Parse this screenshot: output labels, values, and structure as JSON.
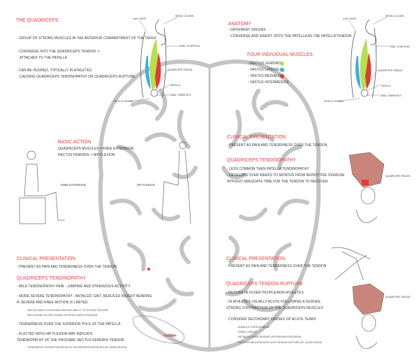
{
  "colors": {
    "heading": "#e8383d",
    "rectus_femoris": "#b5e04a",
    "vastus_lateralis": "#3bb0df",
    "vastus_medialis": "#e23a3a",
    "brain_outline": "#bdbdbd"
  },
  "quadriceps": {
    "title": "The Quadriceps",
    "bullets": [
      "- Group of strong muscles in the anterior compartment of the thigh",
      "- Converge into the quadriceps tendon ->",
      "attaches to the patella",
      "- Can be injured, typically in athletes",
      "causing quadriceps tendinopathy or quadriceps rupture"
    ]
  },
  "leg_labels": {
    "iliac_crest": "Iliac crest",
    "spinal_column": "Spinal column",
    "pubic_symphysis": "Pubic symphysis",
    "quadriceps_tendon": "Quadriceps tendon",
    "patella": "Patella",
    "tibial_tuberosity": "Tibial tuberosity",
    "patella_tendon": "Patella tendon"
  },
  "anatomy": {
    "title": "Anatomy",
    "bullets": [
      "- Different origins",
      "- Converge and insert onto the patella as the patella tendon"
    ]
  },
  "muscles": {
    "title": "Four individual muscles",
    "items": [
      "- Rectus femoris",
      "- Vastus lateralis",
      "- Vastus medialis",
      "- Vastus intermedius"
    ]
  },
  "basic_action": {
    "title": "Basic action",
    "lines": [
      "Quadriceps muscles = knee extension",
      "Rectus femoris + hip flexion"
    ],
    "knee_extension": "Knee extension",
    "hip_flexion": "Hip flexion"
  },
  "clinical_top": {
    "title": "Clinical presentation",
    "line": "- Present as pain and tenderness over the tendon",
    "sub_title": "Quadriceps tendinopathy",
    "bullets": [
      "- Less common then patella tendinopathy",
      "- Develops over weeks to months from repetitive overuse",
      "without adequate time for the tendon to recover"
    ],
    "tendon_label": "Quadriceps tendon"
  },
  "clinical_bl": {
    "title": "Clinical presentation",
    "line": "- Present as pain and tenderness over the tendon",
    "sub_title": "Quadriceps tendinopathy",
    "bullets": [
      "- Mild tendinopathy pain - jumping and strenuous activity",
      "- More severe tendinopathy - antalgic gait, reduced weight bearing",
      "if severe and knee motion is limited",
      "- Pain on knee flexion and reduced ability to extend the knee",
      "- Pain can be elicited during resisted knee extension",
      "- Tenderness over the superior pole of the patella",
      "- Elicited with hip flexion may indicate",
      "tendinopathy of the proximal rectus femoris tendon",
      "- Tenderness on deep palpation of the anterior inferior iliac spine region"
    ]
  },
  "clinical_br": {
    "title": "Clinical presentation",
    "line": "- Present as pain and tenderness over the tendon",
    "sub_title": "Quadriceps tendon rupture",
    "bullets": [
      "- Occurs in older people/non-athletes",
      "- In athletes usually acute following a sudden,",
      "strong contraction of the quadriceps muscles",
      "- Consider secondary causes of acute tears",
      "- Anabolic steroid abuse",
      "- Renal disease",
      "- Metabolic bone disease (hyperparathyroidism)",
      "- Medications associated with tendon rupture (eg, quinolones)"
    ],
    "tendon_label": "Quadriceps tendon"
  }
}
